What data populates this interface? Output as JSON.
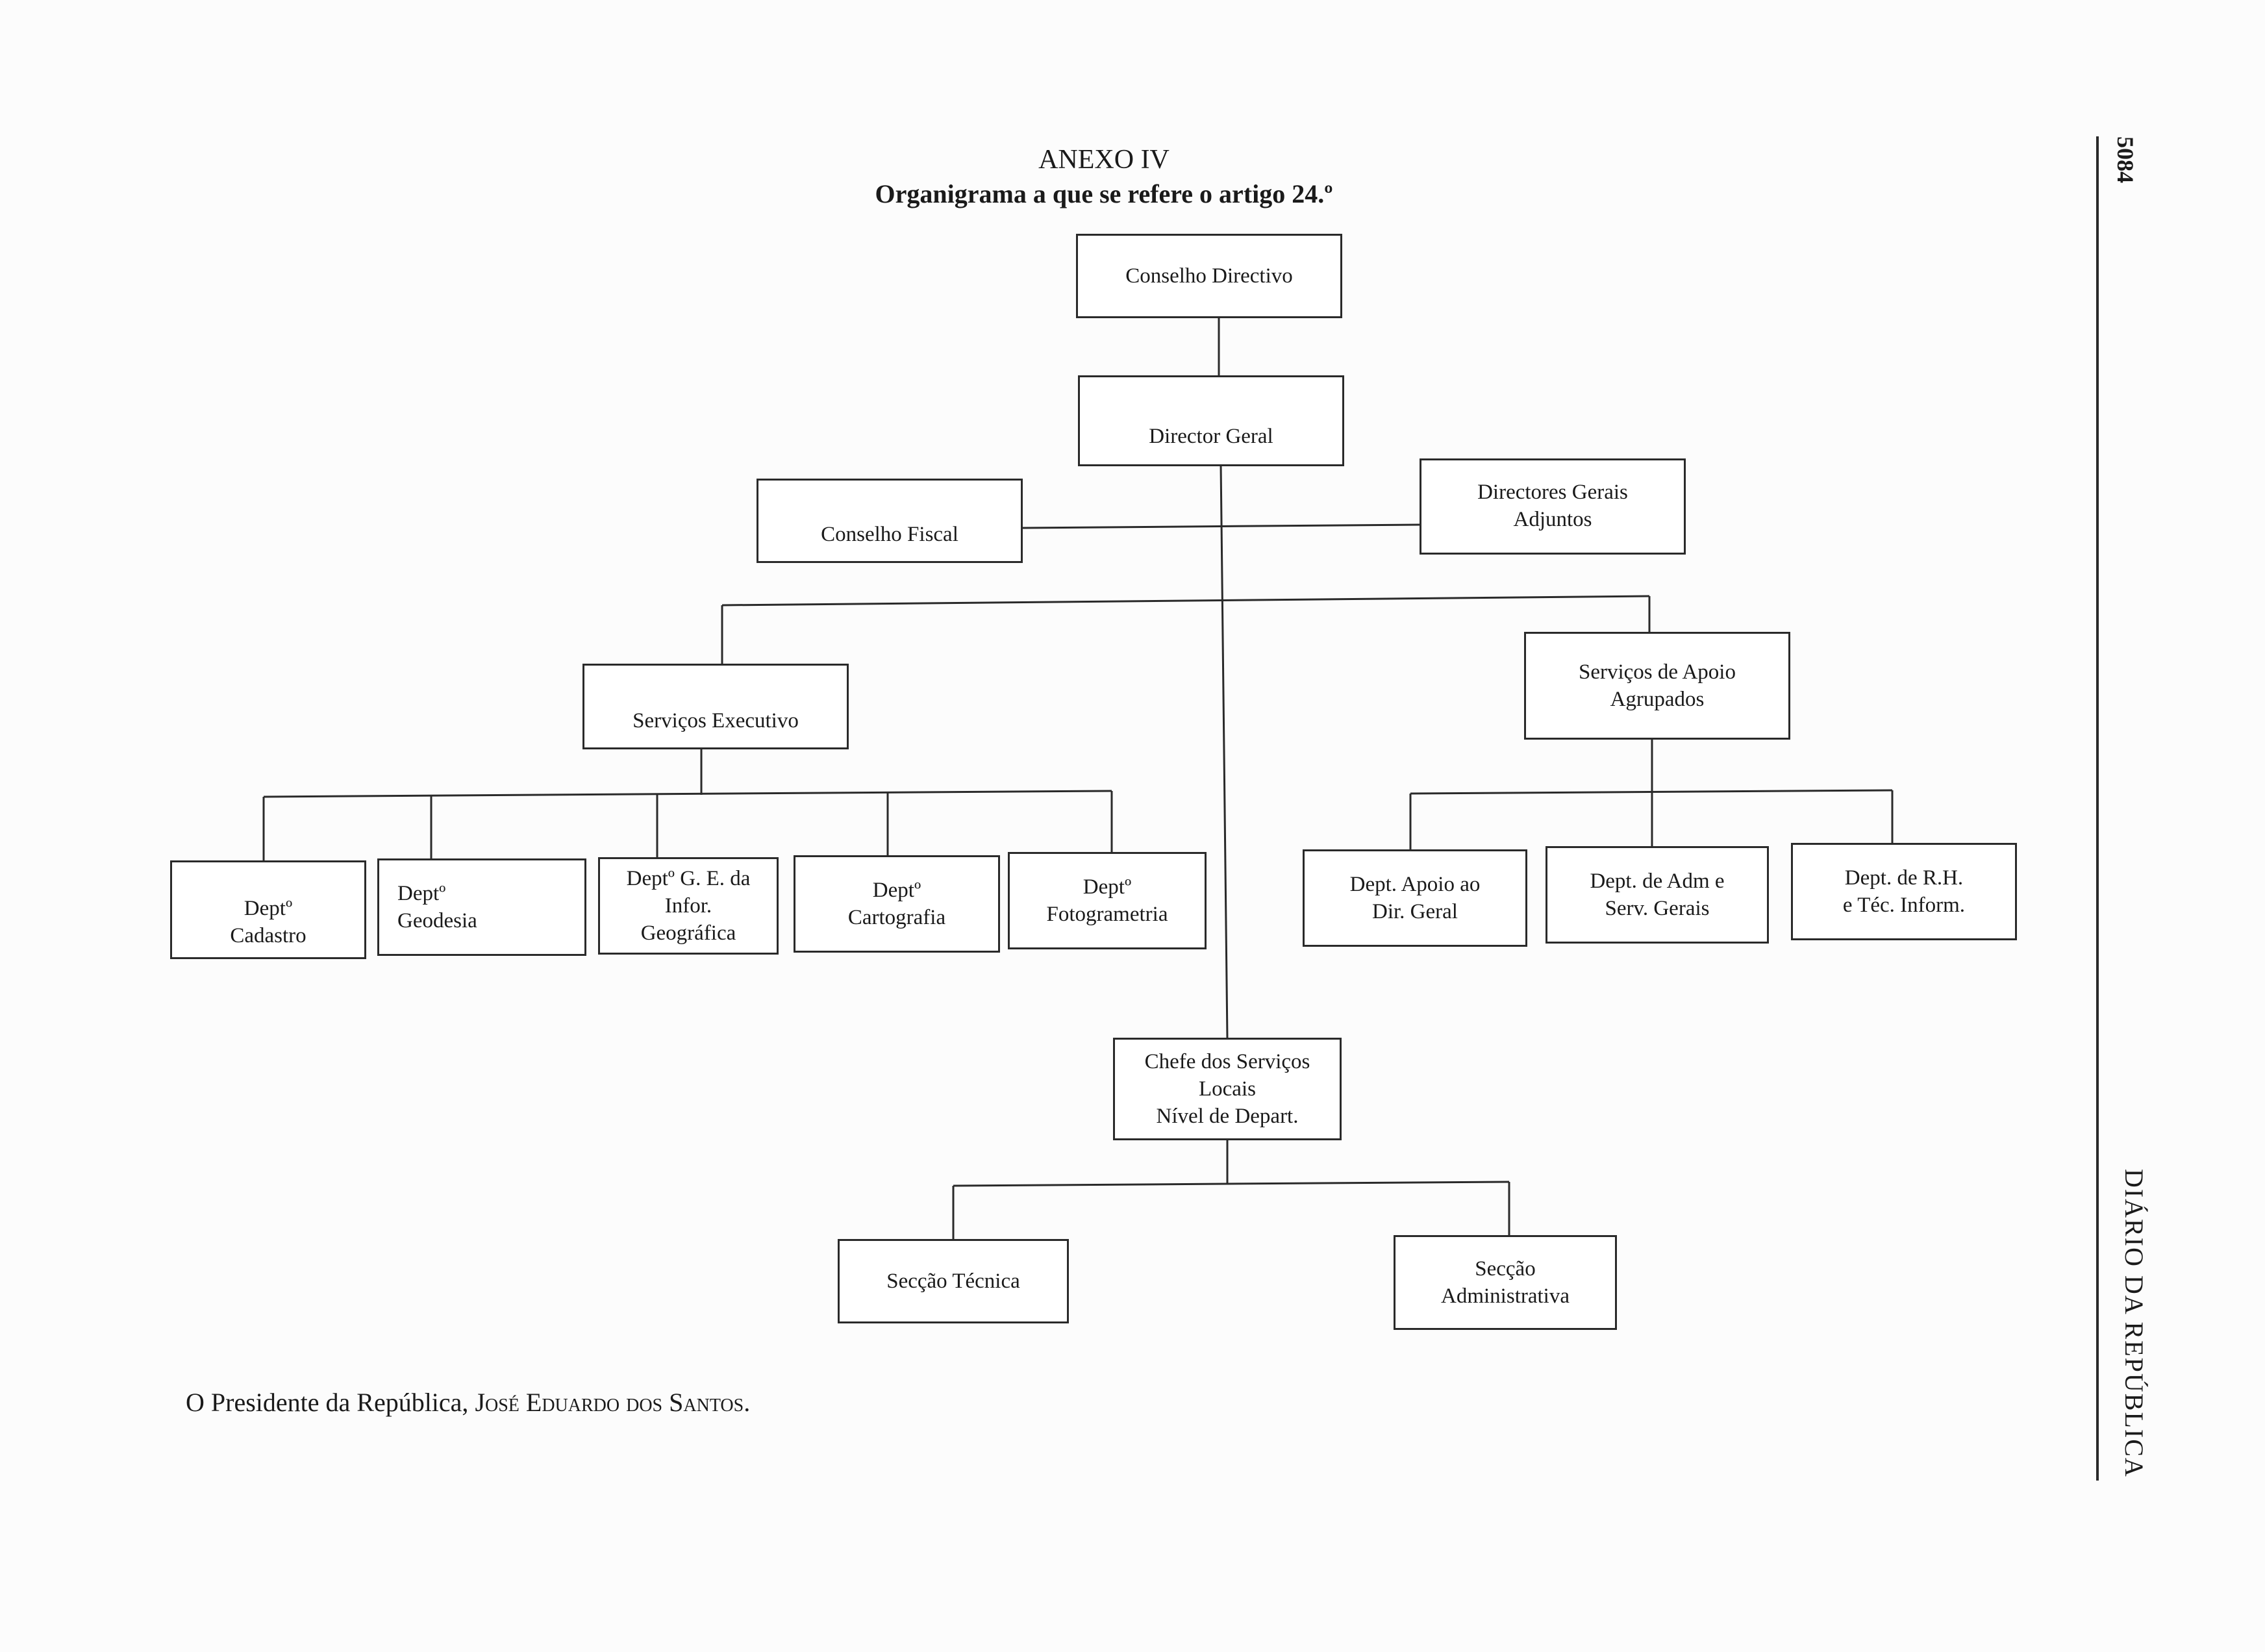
{
  "header": {
    "title": "ANEXO IV",
    "subtitle": "Organigrama a que se refere o artigo 24.º"
  },
  "org_chart": {
    "conselho_directivo": "Conselho Directivo",
    "director_geral": "Director Geral",
    "conselho_fiscal": "Conselho Fiscal",
    "directores_gerais_adjuntos": "Directores Gerais\nAdjuntos",
    "servicos_executivo": "Serviços Executivo",
    "servicos_apoio": "Serviços de Apoio\nAgrupados",
    "dept_cadastro": "Deptº\nCadastro",
    "dept_geodesia": "Deptº\nGeodesia",
    "dept_ge_info": "Deptº G. E. da\nInfor.\nGeográfica",
    "dept_cartografia": "Deptº\nCartografia",
    "dept_fotogrametria": "Deptº\nFotogrametria",
    "dept_apoio_dir": "Dept. Apoio ao\nDir. Geral",
    "dept_adm_serv": "Dept. de Adm e\nServ. Gerais",
    "dept_rh_tec": "Dept. de R.H.\ne Téc. Inform.",
    "chefe_servicos_locais": "Chefe dos Serviços\nLocais\nNível de Depart.",
    "seccao_tecnica": "Secção Técnica",
    "seccao_administrativa": "Secção\nAdministrativa"
  },
  "footer": {
    "signature_prefix": "O Presidente da República, ",
    "signature_name": "José Eduardo dos Santos."
  },
  "margin": {
    "page_number": "5084",
    "journal": "DIÁRIO DA REPÚBLICA"
  }
}
